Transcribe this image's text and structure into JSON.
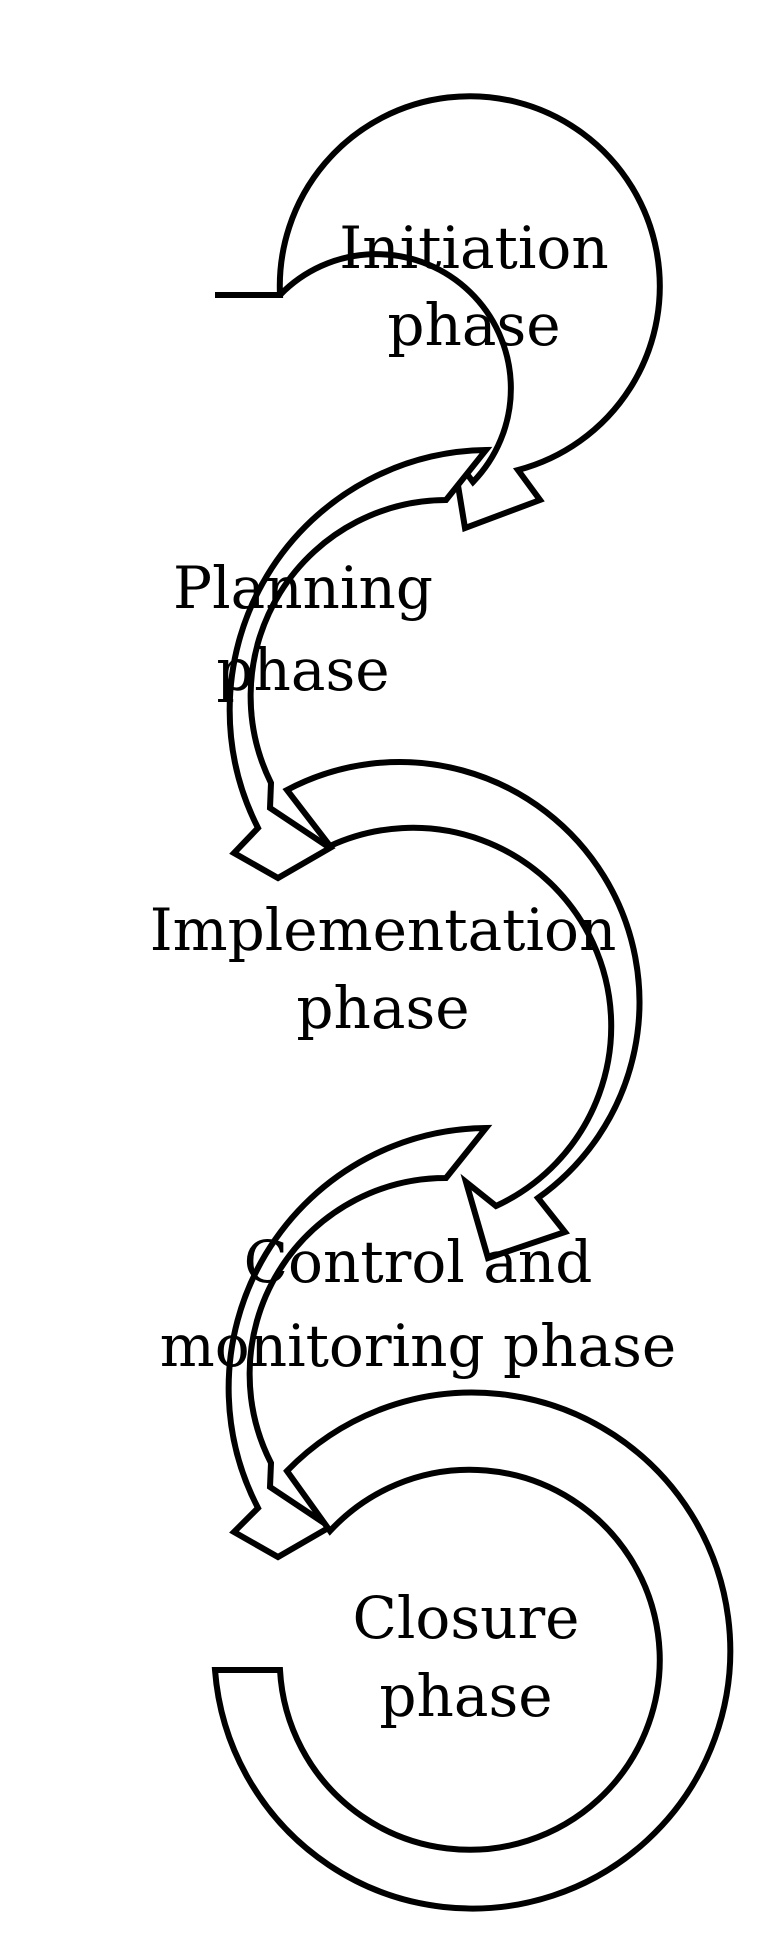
{
  "diagram": {
    "phases": [
      {
        "lines": [
          "Initiation",
          "phase"
        ]
      },
      {
        "lines": [
          "Planning",
          "phase"
        ]
      },
      {
        "lines": [
          "Implementation",
          "phase"
        ]
      },
      {
        "lines": [
          "Control and",
          "monitoring phase"
        ]
      },
      {
        "lines": [
          "Closure",
          "phase"
        ]
      }
    ],
    "colors": {
      "stroke": "#000000",
      "fill": "#ffffff",
      "text": "#000000"
    }
  }
}
